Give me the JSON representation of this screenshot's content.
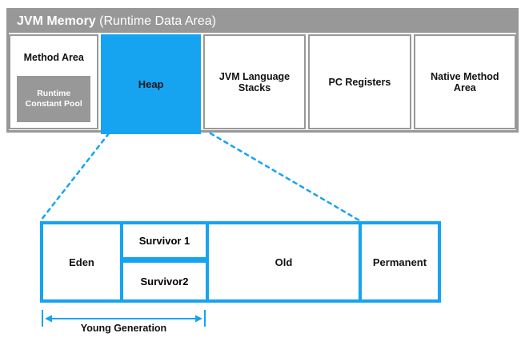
{
  "header": {
    "title_bold": "JVM Memory",
    "title_rest": " (Runtime Data Area)"
  },
  "top_cells": [
    {
      "label": "Method Area",
      "sub_label": "Runtime Constant Pool"
    },
    {
      "label": "Heap",
      "highlighted": true
    },
    {
      "label": "JVM Language Stacks"
    },
    {
      "label": "PC Registers"
    },
    {
      "label": "Native Method Area"
    }
  ],
  "heap_detail": {
    "eden": "Eden",
    "survivor1": "Survivor 1",
    "survivor2": "Survivor2",
    "old": "Old",
    "permanent": "Permanent",
    "dimension_label": "Young Generation"
  },
  "colors": {
    "accent_blue": "#16a3f0",
    "frame_gray": "#989898",
    "text_on_gray": "#ffffff",
    "label_black": "#111111"
  }
}
